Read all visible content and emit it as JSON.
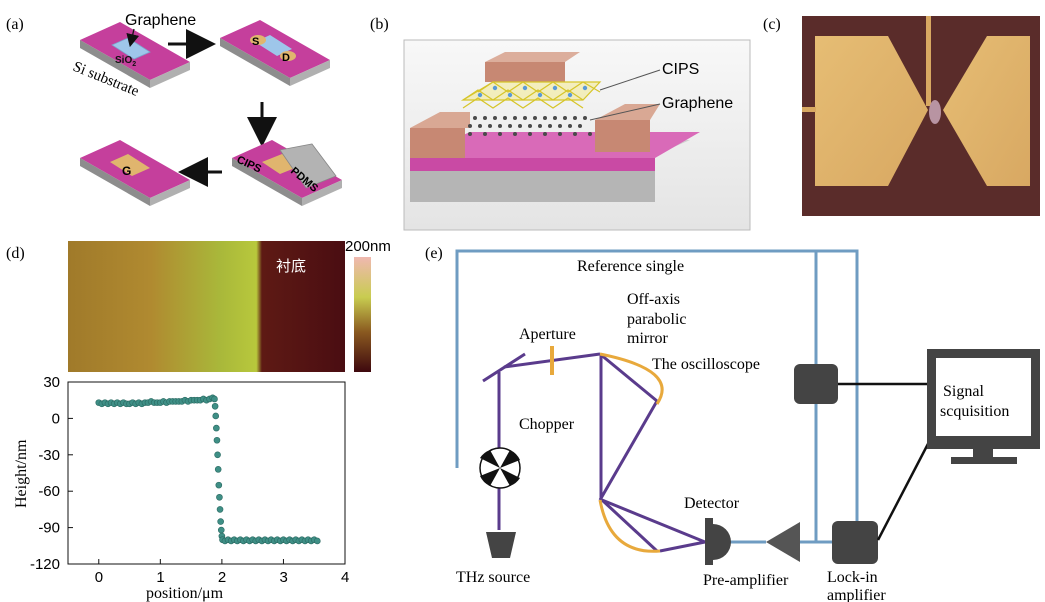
{
  "panels": {
    "a": {
      "tag": "(a)",
      "graphene": "Graphene",
      "sio2": "SiO",
      "sio2_sub": "2",
      "substrate": "Si substrate",
      "s": "S",
      "d": "D",
      "g": "G",
      "cips": "CIPS",
      "pdms": "PDMS"
    },
    "b": {
      "tag": "(b)",
      "cips": "CIPS",
      "graphene": "Graphene"
    },
    "c": {
      "tag": "(c)"
    },
    "d": {
      "tag": "(d)",
      "colorbar_label": "200nm",
      "afm_label": "衬底",
      "ylabel": "Height/nm",
      "xlabel": "position/μm"
    },
    "e": {
      "tag": "(e)",
      "reference": "Reference single",
      "mirror": [
        "Off-axis",
        "parabolic",
        "mirror"
      ],
      "aperture": "Aperture",
      "oscilloscope": "The oscilloscope",
      "signal": [
        "Signal",
        "scquisition"
      ],
      "chopper": "Chopper",
      "detector": "Detector",
      "thz": "THz source",
      "preamp": "Pre-amplifier",
      "lockin": [
        "Lock-in",
        "amplifier"
      ]
    }
  },
  "colors": {
    "substrate_pink": "#c53f9c",
    "beam_purple": "#5a3b8c",
    "reference_blue": "#6f9cc2",
    "mirror_orange": "#e8a93c",
    "electrode_gold": "#e0b56e",
    "data_teal": "#3f8f86",
    "afm_dark": "#4a0d12",
    "afm_light": "#b7c93a"
  },
  "chart_data": {
    "type": "scatter",
    "xlabel": "position/μm",
    "ylabel": "Height/nm",
    "xlim": [
      -0.5,
      4
    ],
    "ylim": [
      -120,
      30
    ],
    "xticks": [
      0,
      1,
      2,
      3,
      4
    ],
    "yticks": [
      30,
      0,
      -30,
      -60,
      -90,
      -120
    ],
    "grid": false,
    "series": [
      {
        "points": [
          [
            0.0,
            13
          ],
          [
            0.05,
            12
          ],
          [
            0.1,
            13
          ],
          [
            0.15,
            12
          ],
          [
            0.2,
            13
          ],
          [
            0.25,
            12
          ],
          [
            0.3,
            13
          ],
          [
            0.35,
            12
          ],
          [
            0.4,
            13
          ],
          [
            0.45,
            12
          ],
          [
            0.5,
            12
          ],
          [
            0.55,
            13
          ],
          [
            0.6,
            12
          ],
          [
            0.65,
            13
          ],
          [
            0.7,
            12
          ],
          [
            0.75,
            13
          ],
          [
            0.8,
            13
          ],
          [
            0.85,
            14
          ],
          [
            0.9,
            13
          ],
          [
            0.95,
            13
          ],
          [
            1.0,
            13
          ],
          [
            1.05,
            14
          ],
          [
            1.1,
            13
          ],
          [
            1.15,
            14
          ],
          [
            1.2,
            14
          ],
          [
            1.25,
            14
          ],
          [
            1.3,
            14
          ],
          [
            1.35,
            14
          ],
          [
            1.4,
            15
          ],
          [
            1.45,
            14
          ],
          [
            1.5,
            15
          ],
          [
            1.55,
            15
          ],
          [
            1.6,
            15
          ],
          [
            1.65,
            15
          ],
          [
            1.7,
            16
          ],
          [
            1.75,
            15
          ],
          [
            1.8,
            16
          ],
          [
            1.85,
            17
          ],
          [
            1.88,
            16
          ],
          [
            1.89,
            10
          ],
          [
            1.9,
            2
          ],
          [
            1.91,
            -8
          ],
          [
            1.92,
            -18
          ],
          [
            1.93,
            -30
          ],
          [
            1.94,
            -42
          ],
          [
            1.95,
            -55
          ],
          [
            1.96,
            -65
          ],
          [
            1.97,
            -75
          ],
          [
            1.98,
            -85
          ],
          [
            1.99,
            -92
          ],
          [
            2.0,
            -97
          ],
          [
            2.01,
            -100
          ],
          [
            2.05,
            -101
          ],
          [
            2.1,
            -100
          ],
          [
            2.15,
            -101
          ],
          [
            2.2,
            -100
          ],
          [
            2.25,
            -101
          ],
          [
            2.3,
            -100
          ],
          [
            2.35,
            -101
          ],
          [
            2.4,
            -100
          ],
          [
            2.45,
            -101
          ],
          [
            2.5,
            -100
          ],
          [
            2.55,
            -101
          ],
          [
            2.6,
            -100
          ],
          [
            2.65,
            -101
          ],
          [
            2.7,
            -100
          ],
          [
            2.75,
            -101
          ],
          [
            2.8,
            -100
          ],
          [
            2.85,
            -101
          ],
          [
            2.9,
            -100
          ],
          [
            2.95,
            -101
          ],
          [
            3.0,
            -100
          ],
          [
            3.05,
            -101
          ],
          [
            3.1,
            -100
          ],
          [
            3.15,
            -101
          ],
          [
            3.2,
            -100
          ],
          [
            3.25,
            -101
          ],
          [
            3.3,
            -100
          ],
          [
            3.35,
            -101
          ],
          [
            3.4,
            -100
          ],
          [
            3.45,
            -101
          ],
          [
            3.5,
            -100
          ],
          [
            3.55,
            -101
          ]
        ]
      }
    ]
  }
}
